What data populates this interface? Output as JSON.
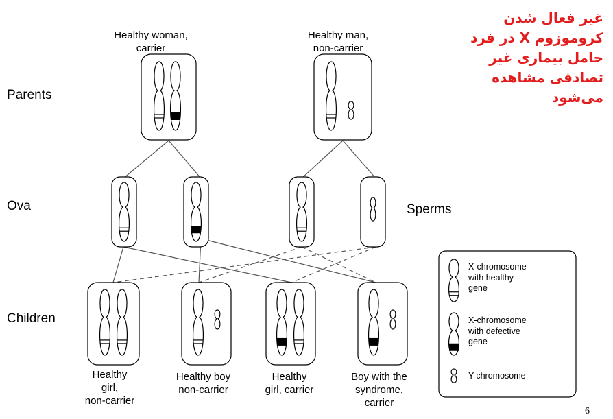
{
  "annotation_fa": [
    "غیر فعال شدن",
    "کروموزوم X در فرد",
    "حامل بیماری غیر",
    "تصادفی مشاهده",
    "می‌شود"
  ],
  "rows": {
    "parents": "Parents",
    "ova": "Ova",
    "sperms": "Sperms",
    "children": "Children"
  },
  "parents": {
    "woman": [
      "Healthy woman,",
      "carrier"
    ],
    "man": [
      "Healthy man,",
      "non-carrier"
    ]
  },
  "children": [
    {
      "caption": [
        "Healthy",
        "girl,",
        "non-carrier"
      ]
    },
    {
      "caption": [
        "Healthy boy",
        "non-carrier"
      ]
    },
    {
      "caption": [
        "Healthy",
        "girl, carrier"
      ]
    },
    {
      "caption": [
        "Boy with the",
        "syndrome,",
        "carrier"
      ]
    }
  ],
  "legend": {
    "healthy": [
      "X-chromosome",
      "with healthy",
      "gene"
    ],
    "defective": [
      "X-chromosome",
      "with defective",
      "gene"
    ],
    "y": "Y-chromosome"
  },
  "page_number": "6"
}
